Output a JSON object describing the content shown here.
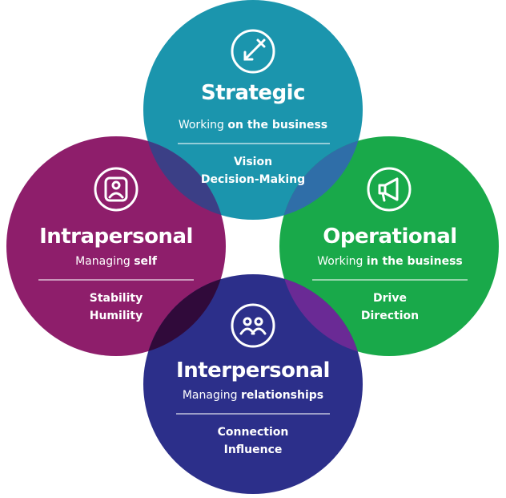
{
  "strategic": {
    "title": "Strategic",
    "subtitle_plain": "Working ",
    "subtitle_bold": "on the business",
    "items": [
      "Vision",
      "Decision-Making"
    ],
    "color": "#1b95ad",
    "icon": "target-arrow-icon"
  },
  "intrapersonal": {
    "title": "Intrapersonal",
    "subtitle_plain": "Managing ",
    "subtitle_bold": "self",
    "items": [
      "Stability",
      "Humility"
    ],
    "color": "#8e1e6b",
    "icon": "person-icon"
  },
  "operational": {
    "title": "Operational",
    "subtitle_plain": "Working ",
    "subtitle_bold": "in the business",
    "items": [
      "Drive",
      "Direction"
    ],
    "color": "#19a94a",
    "icon": "megaphone-icon"
  },
  "interpersonal": {
    "title": "Interpersonal",
    "subtitle_plain": "Managing ",
    "subtitle_bold": "relationships",
    "items": [
      "Connection",
      "Influence"
    ],
    "color": "#2c2f8a",
    "icon": "people-icon"
  },
  "overlap_colors": {
    "strategic_intrapersonal": "#3b3f86",
    "strategic_operational": "#2f6ea8",
    "intrapersonal_interpersonal": "#300a3a",
    "operational_interpersonal": "#6a2a95"
  }
}
